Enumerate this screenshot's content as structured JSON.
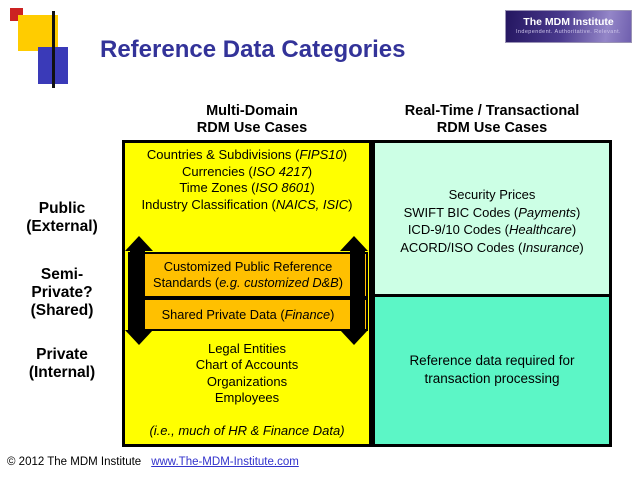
{
  "title": "Reference Data Categories",
  "brand": {
    "name": "The MDM Institute",
    "tagline": "Independent. Authoritative. Relevant."
  },
  "headers": {
    "left": {
      "line1": "Multi-Domain",
      "line2": "RDM Use Cases"
    },
    "right": {
      "line1": "Real-Time / Transactional",
      "line2": "RDM Use Cases"
    }
  },
  "row_labels": {
    "public": {
      "line1": "Public",
      "line2": "(External)"
    },
    "semi": {
      "line1": "Semi-",
      "line2": "Private?",
      "line3": "(Shared)"
    },
    "private": {
      "line1": "Private",
      "line2": "(Internal)"
    }
  },
  "multi_domain": {
    "public_items": [
      {
        "pre": "Countries & Subdivisions (",
        "em": "FIPS10",
        "post": ")"
      },
      {
        "pre": "Currencies (",
        "em": "ISO 4217",
        "post": ")"
      },
      {
        "pre": "Time Zones (",
        "em": "ISO 8601",
        "post": ")"
      },
      {
        "pre": "Industry Classification (",
        "em": "NAICS, ISIC",
        "post": ")"
      }
    ],
    "customized": {
      "pre": "Customized Public Reference Standards (",
      "em": "e.g. customized D&B",
      "post": ")"
    },
    "shared": {
      "pre": "Shared Private Data (",
      "em": "Finance",
      "post": ")"
    },
    "private_items": [
      "Legal Entities",
      "Chart of Accounts",
      "Organizations",
      "Employees"
    ],
    "private_note": "(i.e., much of HR & Finance Data)"
  },
  "transactional": {
    "items": [
      {
        "pre": "Security Prices",
        "em": "",
        "post": ""
      },
      {
        "pre": "SWIFT BIC Codes (",
        "em": "Payments",
        "post": ")"
      },
      {
        "pre": "ICD-9/10 Codes (",
        "em": "Healthcare",
        "post": ")"
      },
      {
        "pre": "ACORD/ISO Codes (",
        "em": "Insurance",
        "post": ")"
      }
    ],
    "bottom_text": "Reference data required for transaction processing"
  },
  "footer": {
    "copyright": "© 2012 The MDM Institute",
    "link": "www.The-MDM-Institute.com"
  },
  "colors": {
    "title_blue": "#333399",
    "yellow": "#ffff00",
    "orange": "#ffc000",
    "mint": "#ccffe5",
    "aqua": "#5cf6c6",
    "link_blue": "#3333cc",
    "logo_purple": "#4a3a8e"
  }
}
